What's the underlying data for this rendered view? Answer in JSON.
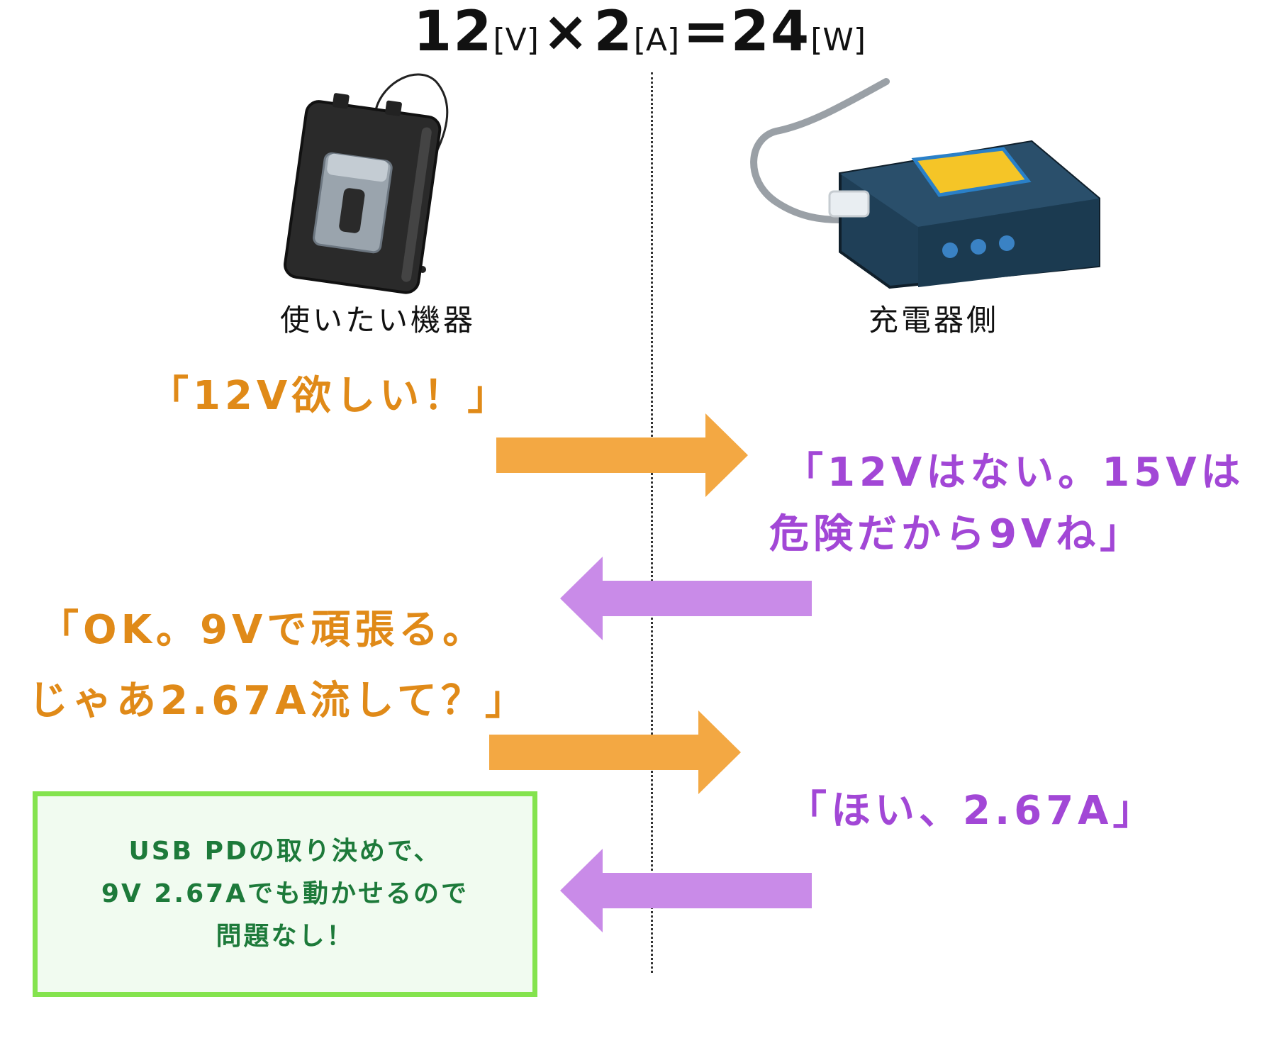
{
  "formula": {
    "part1": "12",
    "unit1": "[V]",
    "times": "×",
    "part2": "2",
    "unit2": "[A]",
    "equals": "=24",
    "unit3": "[W]"
  },
  "left_label": "使いたい機器",
  "right_label": "充電器側",
  "messages": {
    "device_request": "「12V欲しい！」",
    "charger_reply_line1": "「12Vはない。15Vは",
    "charger_reply_line2": "危険だから9Vね」",
    "device_ok_line1": "「OK。9Vで頑張る。",
    "device_ok_line2": "じゃあ2.67A流して？」",
    "charger_ok": "「ほい、2.67A」"
  },
  "note": {
    "line1": "USB PDの取り決めで、",
    "line2": "9V 2.67Aでも動かせるので",
    "line3": "問題なし！"
  },
  "colors": {
    "orange": "#f3a843",
    "purple": "#c98be8",
    "note_border": "#84e34e"
  }
}
